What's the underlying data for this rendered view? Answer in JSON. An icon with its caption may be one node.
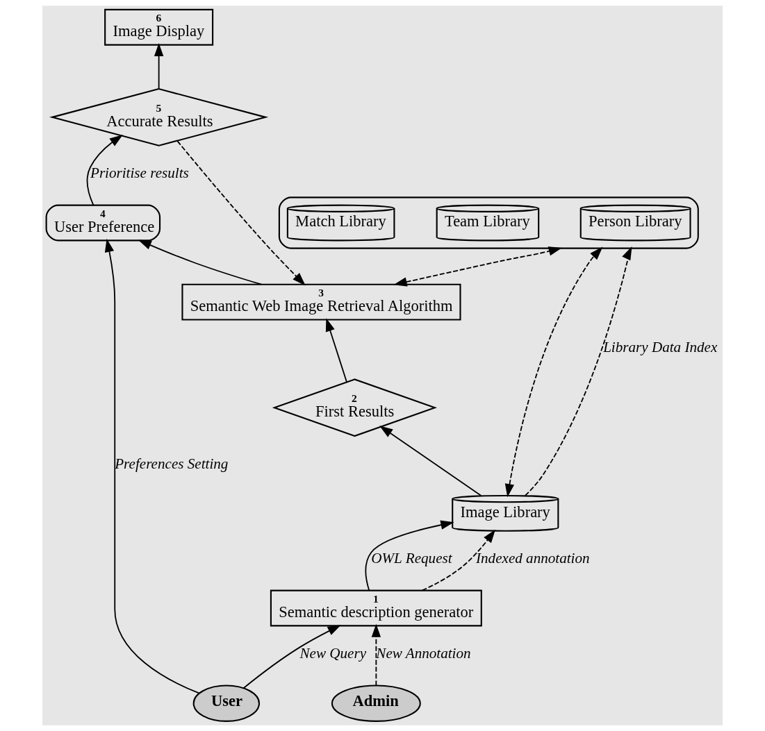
{
  "diagram": {
    "nodes": [
      {
        "text": [
          "User"
        ]
      },
      {
        "text": [
          "Admin"
        ]
      },
      {
        "text": [
          "1",
          "Semantic description generator"
        ]
      },
      {
        "text": [
          "Image Library"
        ]
      },
      {
        "text": [
          "2",
          "First Results"
        ]
      },
      {
        "text": [
          "3",
          "Semantic Web Image Retrieval Algorithm"
        ]
      },
      {
        "text": [
          "4",
          "User Preference"
        ]
      },
      {
        "text": [
          "5",
          "Accurate Results"
        ]
      },
      {
        "text": [
          "6",
          "Image Display"
        ]
      },
      {
        "text": [],
        "shape": "bracket"
      },
      {
        "text": [
          "Person Library"
        ],
        "in": 9
      },
      {
        "text": [
          "Team Library"
        ],
        "in": 9
      },
      {
        "text": [
          "Match Library"
        ],
        "in": 9
      }
    ],
    "edges": [
      {
        "from": 0,
        "to": 6,
        "arrow": "to",
        "label": "Preferences Setting"
      },
      {
        "from": 0,
        "to": 2,
        "arrow": "to",
        "label": "New Query"
      },
      {
        "from": 1,
        "to": 2,
        "arrow": "to",
        "label": "New Annotation",
        "style": "dashed"
      },
      {
        "from": 2,
        "to": 3,
        "arrow": "to",
        "label": "OWL Request"
      },
      {
        "from": 2,
        "to": 3,
        "arrow": "to",
        "label": "Indexed annotation",
        "style": "dashed"
      },
      {
        "from": 3,
        "to": 4,
        "arrow": "to"
      },
      {
        "from": 4,
        "to": 5,
        "arrow": "to"
      },
      {
        "from": 5,
        "to": 6,
        "arrow": "to"
      },
      {
        "from": 6,
        "to": 7,
        "arrow": "to",
        "label": "Prioritise results"
      },
      {
        "from": 7,
        "to": 8,
        "arrow": "to"
      },
      {
        "from": 7,
        "to": 5,
        "arrow": "to",
        "style": "dashed"
      },
      {
        "from": 5,
        "to": 9,
        "arrow": "both",
        "style": "dashed"
      },
      {
        "from": 3,
        "to": 9,
        "arrow": "both",
        "style": "dashed"
      },
      {
        "from": 3,
        "to": 9,
        "arrow": "to",
        "label": "Library Data Index",
        "style": "dashed"
      }
    ]
  }
}
